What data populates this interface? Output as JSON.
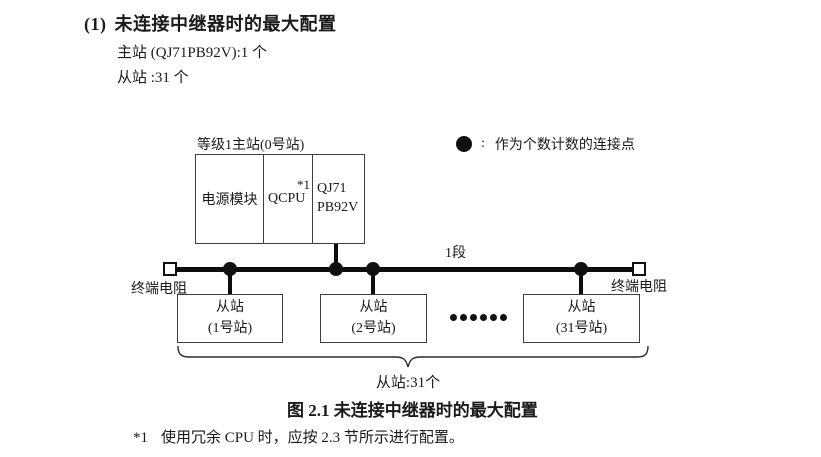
{
  "colors": {
    "ink": "#1a1a1a",
    "line": "#0d0d0d",
    "border": "#3f3f3f",
    "background": "#ffffff"
  },
  "section": {
    "number": "(1)",
    "title": "未连接中继器时的最大配置",
    "master_line": "主站 (QJ71PB92V):1 个",
    "slave_line": "从站 :31 个"
  },
  "legend": {
    "colon": ":",
    "text": "作为个数计数的连接点"
  },
  "diagram": {
    "master_station_label": "等级1主站(0号站)",
    "power_module": "电源模块",
    "cpu": "QCPU",
    "cpu_footnote_ref": "*1",
    "module_line1": "QJ71",
    "module_line2": "PB92V",
    "segment_label": "1段",
    "left_terminator_label": "终端电阻",
    "right_terminator_label": "终端电阻",
    "slave1_line1": "从站",
    "slave1_line2": "(1号站)",
    "slave2_line1": "从站",
    "slave2_line2": "(2号站)",
    "slave31_line1": "从站",
    "slave31_line2": "(31号站)",
    "brace_label": "从站:31个"
  },
  "caption": "图 2.1 未连接中继器时的最大配置",
  "footnote": {
    "marker": "*1",
    "text": "使用冗余 CPU 时，应按 2.3 节所示进行配置。"
  }
}
